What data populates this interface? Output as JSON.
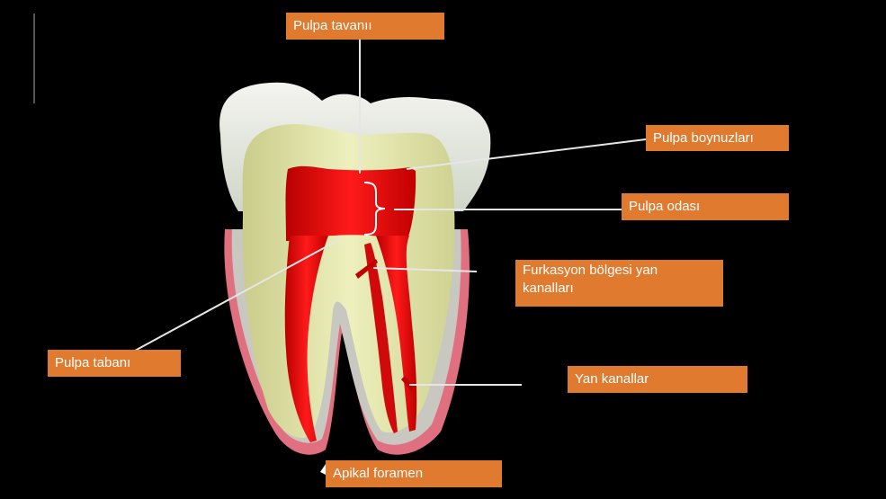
{
  "labels": {
    "pulpa_tavani": "Pulpa tavanıı",
    "pulpa_boynuzlari": "Pulpa boynuzları",
    "pulpa_odasi": "Pulpa odası",
    "furkasyon_line1": "Furkasyon bölgesi  yan",
    "furkasyon_line2": "kanalları",
    "pulpa_tabani": "Pulpa tabanı",
    "yan_kanallar": "Yan kanallar",
    "apikal_foramen": "Apikal foramen"
  },
  "colors": {
    "background": "#000000",
    "label_fill": "#e07a2f",
    "label_text": "#ffffff",
    "pulp": "#e01010",
    "dentin": "#e8e8b0",
    "enamel": "#ececec",
    "gum": "#e07080",
    "leader_line": "#e6e6e6"
  }
}
